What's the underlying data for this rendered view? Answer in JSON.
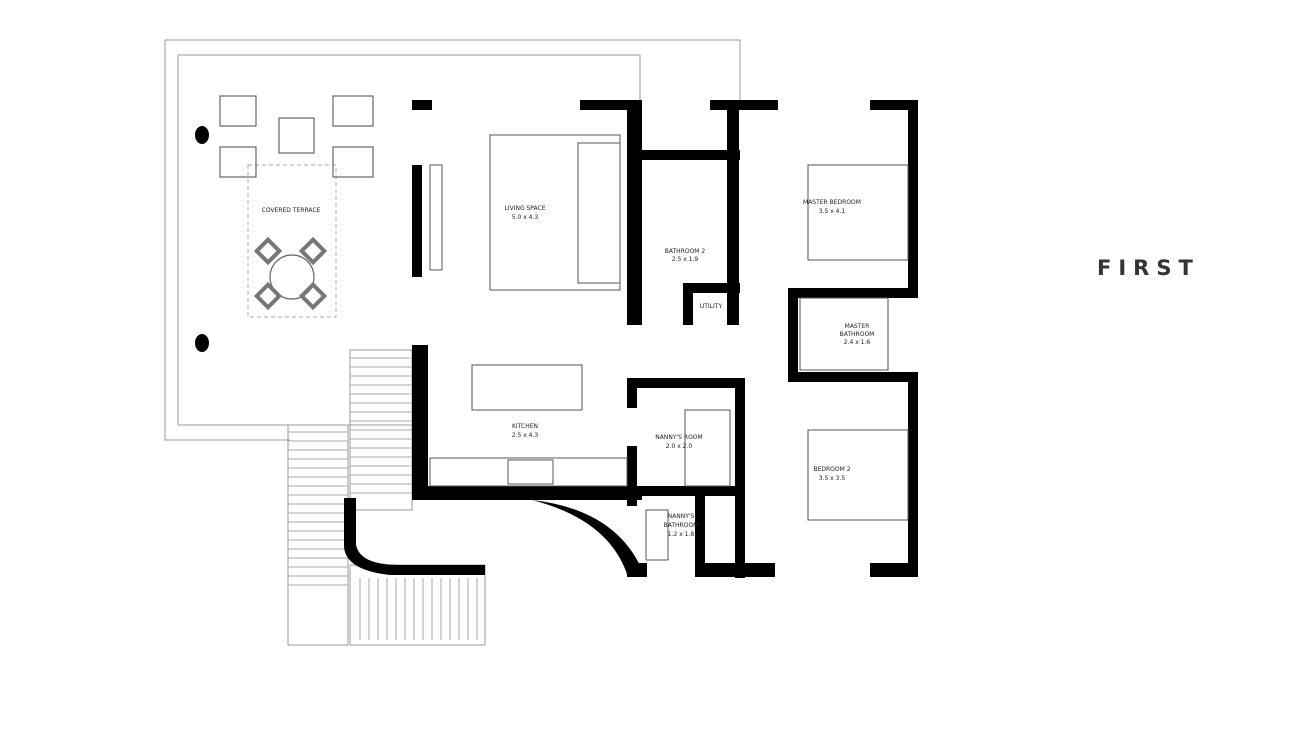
{
  "title": "FIRST",
  "rooms": {
    "covered_terrace": {
      "name": "COVERED TERRACE"
    },
    "living": {
      "name": "LIVING SPACE",
      "size": "5.0 x 4.3"
    },
    "bathroom2": {
      "name": "BATHROOM 2",
      "size": "2.5 x 1.9"
    },
    "master_bedroom": {
      "name": "MASTER BEDROOM",
      "size": "3.5 x 4.1"
    },
    "utility": {
      "name": "UTILITY"
    },
    "master_bathroom": {
      "name1": "MASTER",
      "name2": "BATHROOM",
      "size": "2.4 x 1.6"
    },
    "kitchen": {
      "name": "KITCHEN",
      "size": "2.5 x 4.3"
    },
    "nanny_room": {
      "name": "NANNY'S ROOM",
      "size": "2.0 x 2.0"
    },
    "bedroom2": {
      "name": "BEDROOM 2",
      "size": "3.5 x 3.5"
    },
    "nanny_bathroom": {
      "name1": "NANNY'S",
      "name2": "BATHROOM",
      "size": "1.2 x 1.8"
    }
  },
  "colors": {
    "wall": "#000000",
    "line": "#999999"
  }
}
